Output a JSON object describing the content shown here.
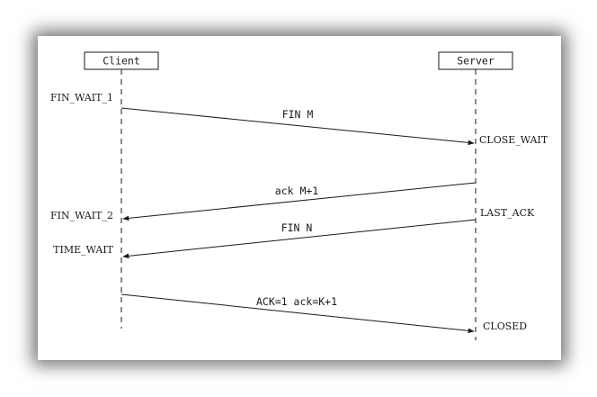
{
  "participants": {
    "client": "Client",
    "server": "Server"
  },
  "client_states": {
    "s1": "FIN_WAIT_1",
    "s2": "FIN_WAIT_2",
    "s3": "TIME_WAIT"
  },
  "server_states": {
    "s1": "CLOSE_WAIT",
    "s2": "LAST_ACK",
    "s3": "CLOSED"
  },
  "messages": {
    "m1": "FIN M",
    "m2": "ack M+1",
    "m3": "FIN N",
    "m4": "ACK=1 ack=K+1"
  },
  "colors": {
    "line": "#1a1a1a",
    "text": "#1a1a1a"
  }
}
